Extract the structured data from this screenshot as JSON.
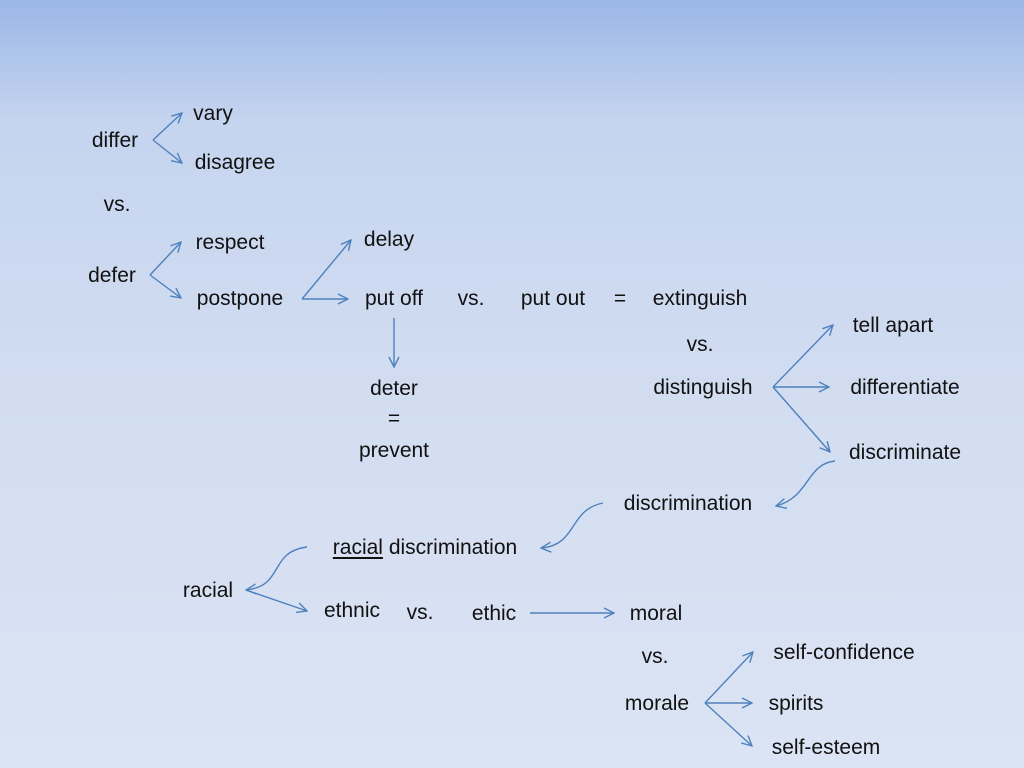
{
  "words": {
    "vary": "vary",
    "differ": "differ",
    "disagree": "disagree",
    "vs_1": "vs.",
    "respect": "respect",
    "defer": "defer",
    "postpone": "postpone",
    "delay": "delay",
    "put_off": "put off",
    "vs_2": "vs.",
    "put_out": "put out",
    "equals_1": "=",
    "extinguish": "extinguish",
    "vs_3": "vs.",
    "tell_apart": "tell apart",
    "distinguish": "distinguish",
    "differentiate": "differentiate",
    "discriminate": "discriminate",
    "deter": "deter",
    "equals_2": "=",
    "prevent": "prevent",
    "discrimination": "discrimination",
    "racial_underlined": "racial",
    "discrimination_2": "discrimination",
    "racial": "racial",
    "ethnic": "ethnic",
    "vs_4": "vs.",
    "ethic": "ethic",
    "moral": "moral",
    "vs_5": "vs.",
    "morale": "morale",
    "self_confidence": "self-confidence",
    "spirits": "spirits",
    "self_esteem": "self-esteem"
  },
  "colors": {
    "arrow": "#4f81bd"
  }
}
